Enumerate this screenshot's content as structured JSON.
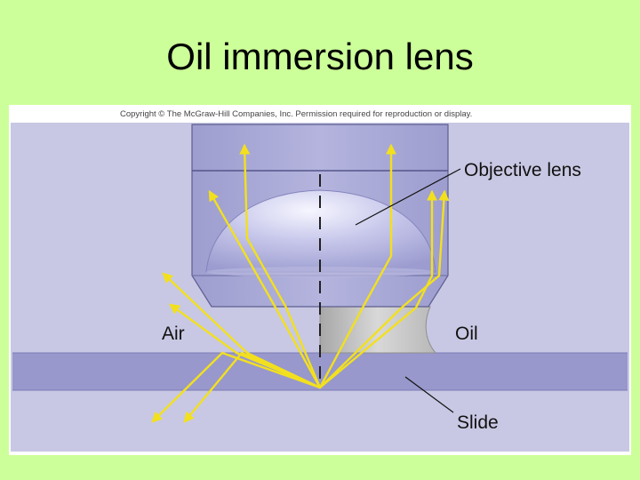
{
  "slide": {
    "title": "Oil immersion lens"
  },
  "figure": {
    "copyright": "Copyright © The McGraw-Hill Companies, Inc. Permission required for reproduction or display.",
    "labels": {
      "objective_lens": "Objective lens",
      "air": "Air",
      "oil": "Oil",
      "slide": "Slide"
    },
    "colors": {
      "background": "#ccff99",
      "figure_bg": "#c8c8e4",
      "objective_body": "#aaaad4",
      "slide_band": "#9898cc",
      "oil": "#c4c4c4",
      "ray": "#f2e01e"
    }
  }
}
